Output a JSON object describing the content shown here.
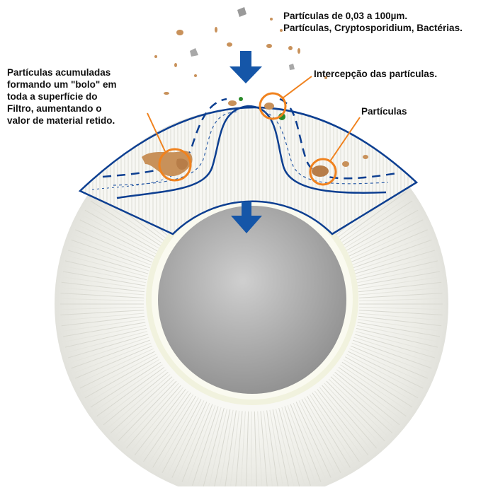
{
  "labels": {
    "top_right": {
      "lines": [
        "Partículas de 0,03 a 100µm.",
        "Partículas, Cryptosporidium, Bactérias."
      ]
    },
    "left": {
      "lines": [
        "Partículas acumuladas",
        "formando um \"bolo\" em",
        "toda a superfície do",
        "Filtro, aumentando o",
        "valor de material retido."
      ]
    },
    "interception": {
      "lines": [
        "Intercepção das partículas."
      ]
    },
    "particles": {
      "lines": [
        "Partículas"
      ]
    }
  },
  "colors": {
    "outline_blue": "#0d3f91",
    "arrow_blue": "#1556a8",
    "highlight_orange": "#f0821e",
    "particle_brown": "#c8915a",
    "particle_green": "#2a8a2a",
    "filter_white": "#f3f3ee",
    "core_gray": "#a9a9a9"
  },
  "icons": {
    "arrows": [
      "arrow-down-icon",
      "arrow-down-icon"
    ]
  }
}
